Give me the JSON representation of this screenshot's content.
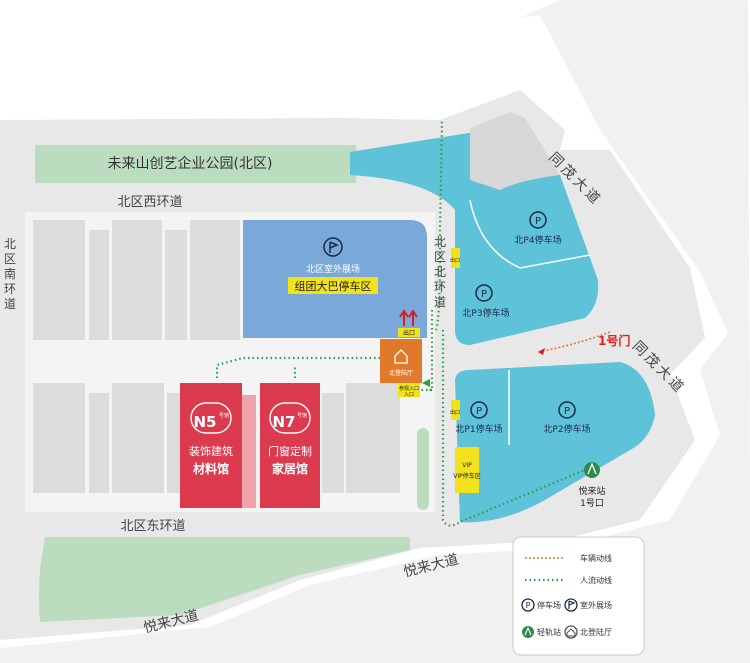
{
  "park_name": "未来山创艺企业公园(北区)",
  "roads": {
    "west_ring": "北区西环道",
    "east_ring": "北区东环道",
    "south_ring": [
      "北",
      "区",
      "南",
      "环",
      "道"
    ],
    "north_ring": [
      "北",
      "区",
      "北",
      "环",
      "道"
    ],
    "tongmao_1": [
      "同",
      "茂",
      "大",
      "道"
    ],
    "tongmao_2": [
      "同",
      "茂",
      "大",
      "道"
    ],
    "yuelai_1": "悦来大道",
    "yuelai_2": "悦来大道"
  },
  "outdoor_zone": {
    "label": "北区室外展场",
    "bus_parking": "组团大巴停车区"
  },
  "lobby": {
    "label": "北登陆厅",
    "exit": "出口",
    "entry": "入口",
    "main_entry": "参观入口"
  },
  "parking": {
    "p1": "北P1停车场",
    "p2": "北P2停车场",
    "p3": "北P3停车场",
    "p4": "北P4停车场",
    "vip": "VIP停车区",
    "exit_p3": "出口",
    "exit_p1": "出口"
  },
  "gate": "1号门",
  "station": {
    "line1": "悦来站",
    "line2": "1号口"
  },
  "halls": {
    "n5": {
      "code": "N5",
      "tag": "号馆",
      "line1": "装饰建筑",
      "line2": "材料馆"
    },
    "n7": {
      "code": "N7",
      "tag": "号馆",
      "line1": "门窗定制",
      "line2": "家居馆"
    }
  },
  "legend": {
    "vehicle": "车辆动线",
    "pedestrian": "人流动线",
    "parking": "停车场",
    "outdoor": "室外展场",
    "rail": "轻轨站",
    "lobby": "北登陆厅"
  },
  "colors": {
    "ground": "#e9e9e9",
    "green": "#bcdcc0",
    "blue_zone": "#7aa8d8",
    "parking": "#5ec2d8",
    "hall_red": "#dc3a4e",
    "lobby_orange": "#e07a2a",
    "vip_yellow": "#f1e21b",
    "building": "#dcdcdc",
    "road_text": "#444444"
  }
}
